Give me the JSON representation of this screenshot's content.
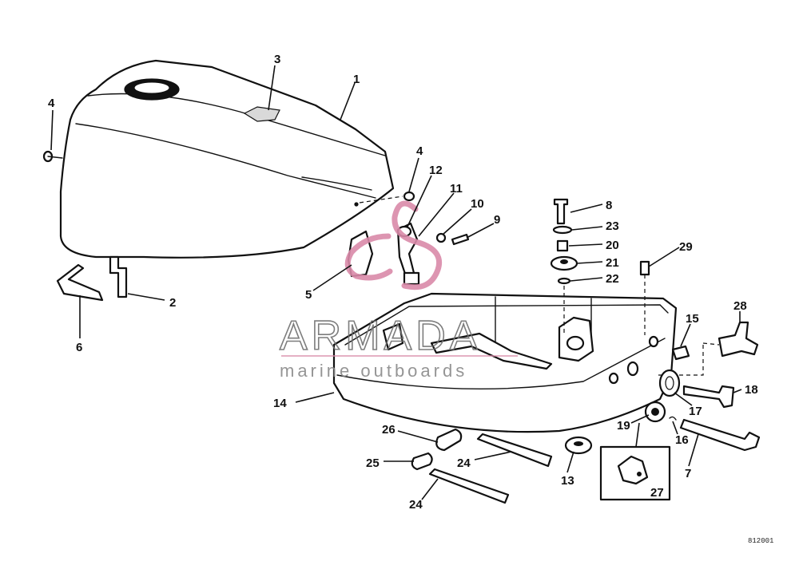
{
  "watermark": {
    "brand": "ARMADA",
    "tagline": "marine outboards",
    "accent_color": "#d98aa8"
  },
  "diagram_code": "812001",
  "callouts": {
    "c1": "1",
    "c2": "2",
    "c3": "3",
    "c4a": "4",
    "c4b": "4",
    "c5": "5",
    "c6": "6",
    "c7": "7",
    "c8": "8",
    "c9": "9",
    "c10": "10",
    "c11": "11",
    "c12": "12",
    "c13": "13",
    "c14": "14",
    "c15": "15",
    "c16": "16",
    "c17": "17",
    "c18": "18",
    "c19": "19",
    "c20": "20",
    "c21": "21",
    "c22": "22",
    "c23": "23",
    "c24a": "24",
    "c24b": "24",
    "c25": "25",
    "c26": "26",
    "c27": "27",
    "c28": "28",
    "c29": "29"
  }
}
